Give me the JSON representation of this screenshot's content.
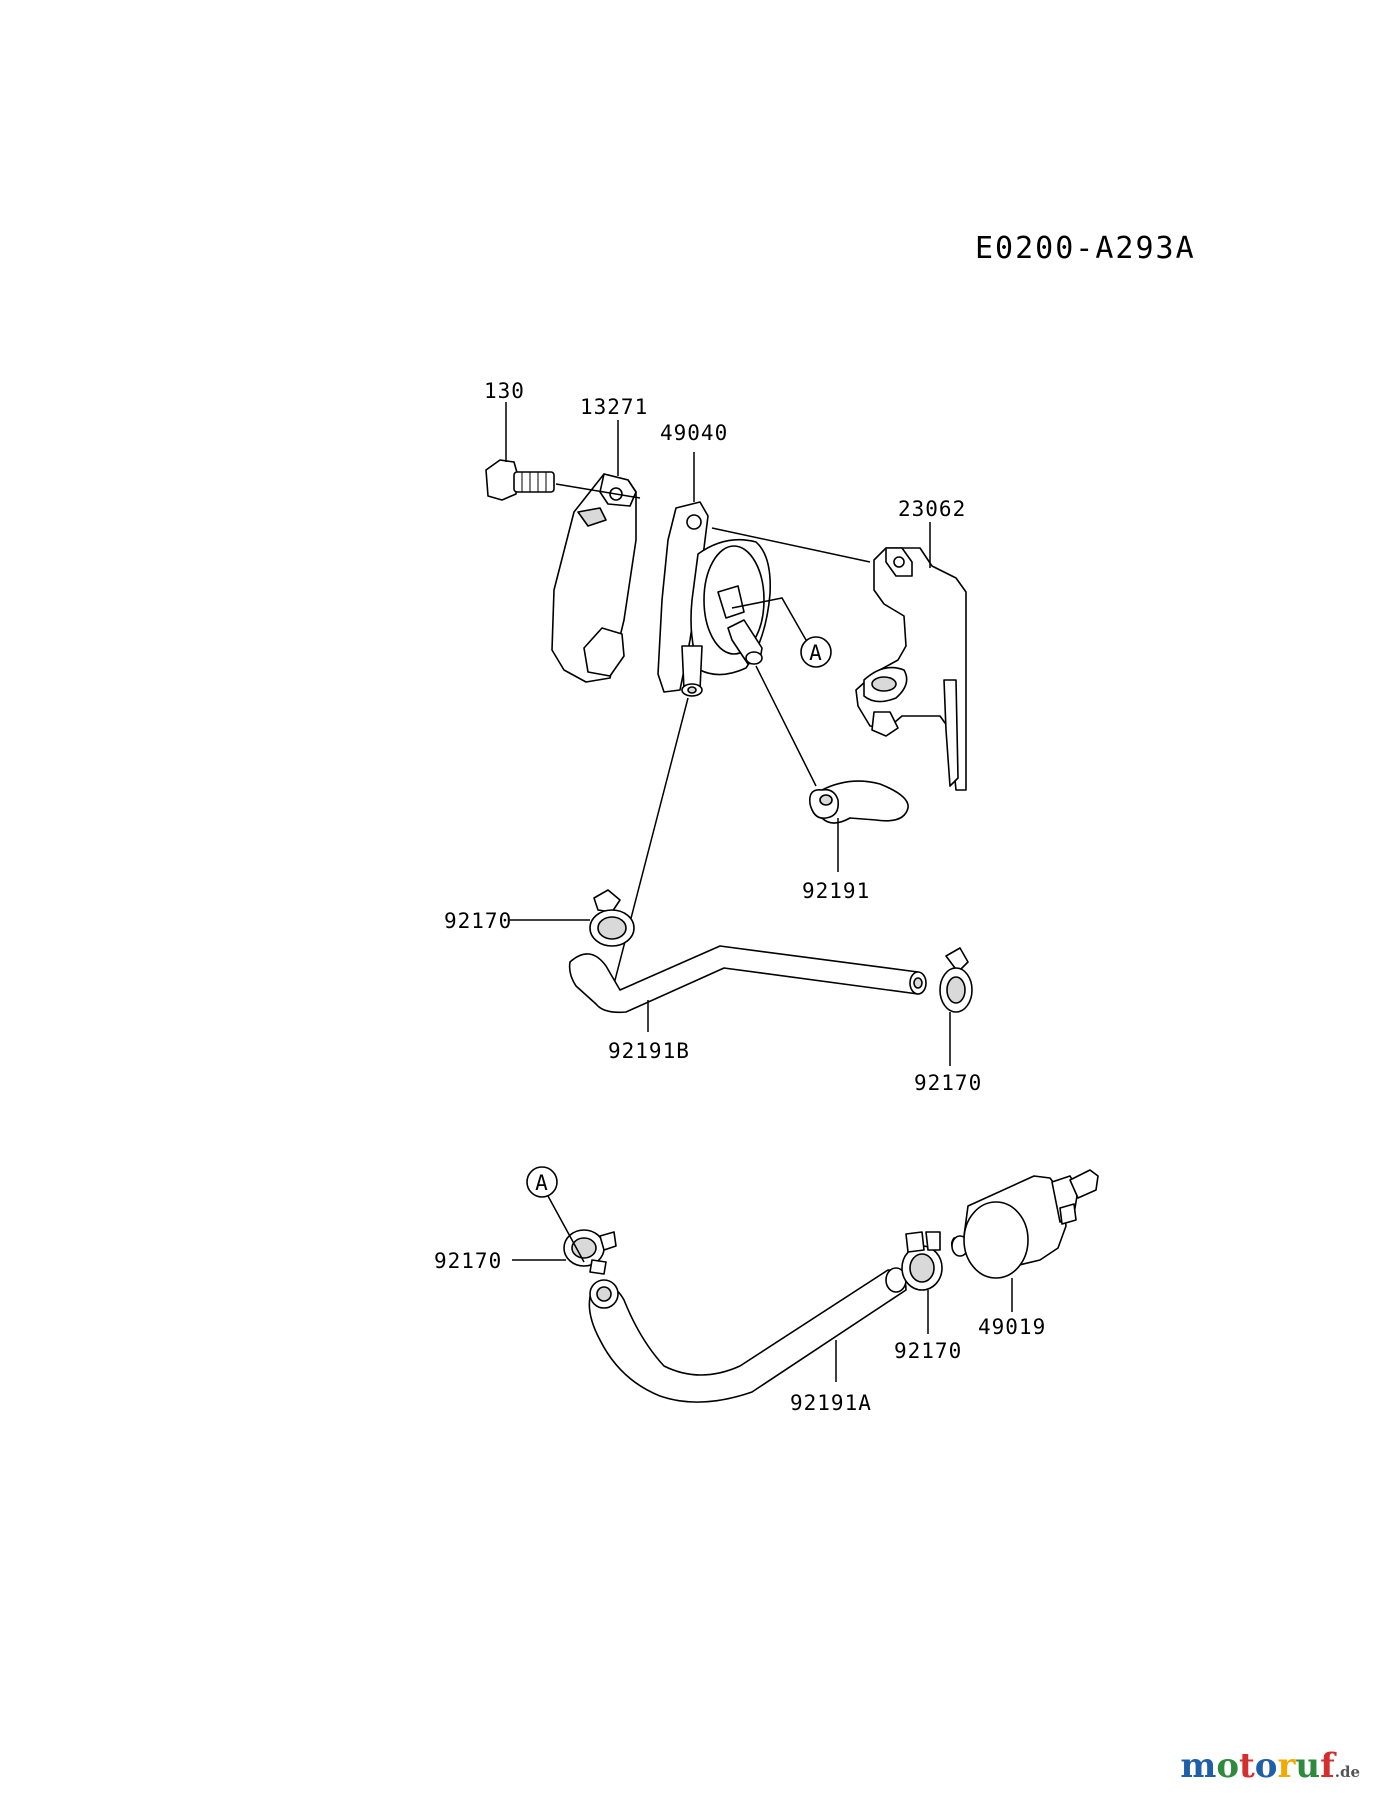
{
  "diagram_code": "E0200-A293A",
  "ref_marker": "A",
  "labels": {
    "bolt": "130",
    "cover_plate": "13271",
    "fuel_pump": "49040",
    "bracket": "23062",
    "pulse_hose": "92191",
    "clamp_upper_left": "92170",
    "hose_b": "92191B",
    "clamp_upper_right": "92170",
    "clamp_lower_left": "92170",
    "hose_a": "92191A",
    "clamp_lower_right": "92170",
    "fuel_filter": "49019"
  },
  "watermark": {
    "letters": [
      "m",
      "o",
      "t",
      "o",
      "r",
      "u",
      "f"
    ],
    "colors": [
      "#1f5fa8",
      "#2e8b3e",
      "#d32f2f",
      "#1f5fa8",
      "#f2a900",
      "#2e8b3e",
      "#d32f2f"
    ],
    "suffix": ".de"
  }
}
